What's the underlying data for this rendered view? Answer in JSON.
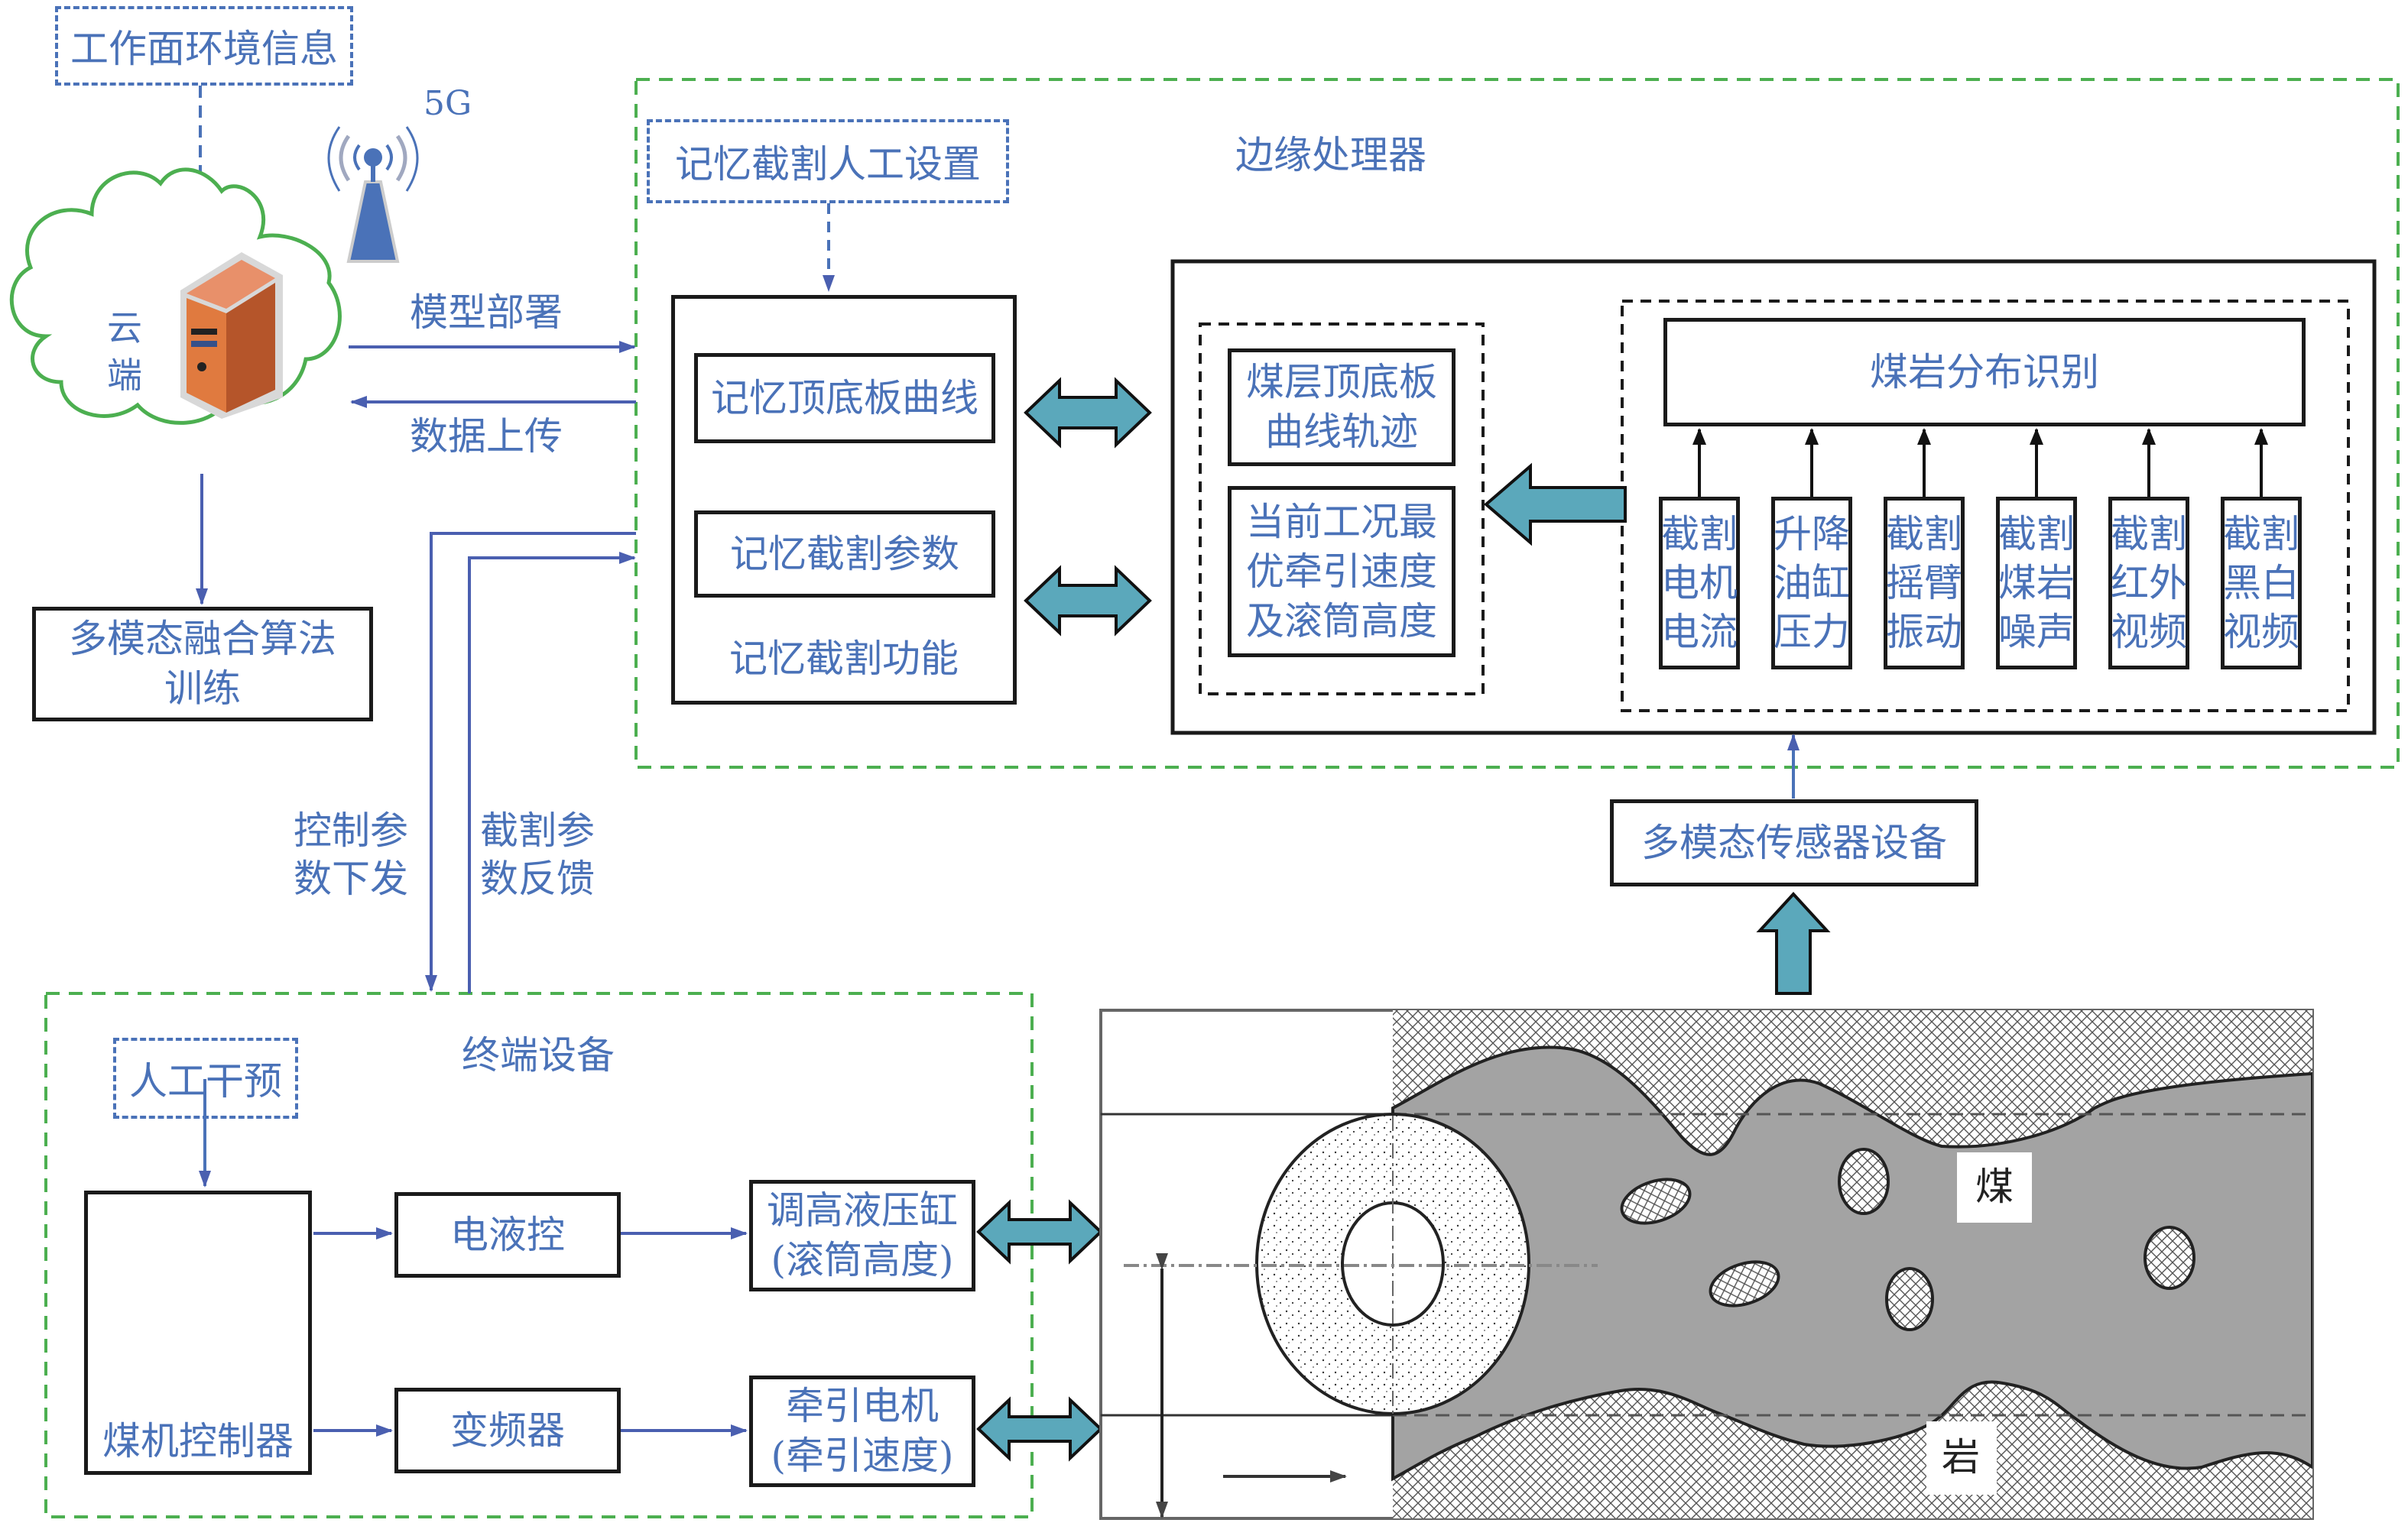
{
  "colors": {
    "text_blue": "#4a72b8",
    "line_blue": "#4a5fb0",
    "zone_green": "#4caf50",
    "arrow_teal": "#5ba8bb",
    "coal_gray": "#a3a3a3",
    "cloud_green": "#4caf50",
    "server_orange": "#e07a3f"
  },
  "top": {
    "env_info": "工作面环境信息",
    "signal_label": "5G",
    "cloud_label": "云\n端",
    "model_deploy": "模型部署",
    "data_upload": "数据上传",
    "training_box": "多模态融合算法\n训练"
  },
  "edge": {
    "title": "边缘处理器",
    "manual_setting": "记忆截割人工设置",
    "memory_curve": "记忆顶底板曲线",
    "memory_params": "记忆截割参数",
    "memory_function": "记忆截割功能",
    "seam_trajectory": "煤层顶底板\n曲线轨迹",
    "optimal_params": "当前工况最\n优牵引速度\n及滚筒高度",
    "recognition": "煤岩分布识别",
    "sensors": [
      "截割\n电机\n电流",
      "升降\n油缸\n压力",
      "截割\n摇臂\n振动",
      "截割\n煤岩\n噪声",
      "截割\n红外\n视频",
      "截割\n黑白\n视频"
    ]
  },
  "links": {
    "control_down": "控制参\n数下发",
    "feedback_up": "截割参\n数反馈"
  },
  "sensor_device": "多模态传感器设备",
  "terminal": {
    "title": "终端设备",
    "manual_intervention": "人工干预",
    "controller": "煤机控制器",
    "electro_hydraulic": "电液控",
    "inverter": "变频器",
    "height_cylinder": "调高液压缸\n(滚筒高度)",
    "traction_motor": "牵引电机\n(牵引速度)"
  },
  "scene": {
    "coal_label": "煤",
    "rock_label": "岩"
  }
}
